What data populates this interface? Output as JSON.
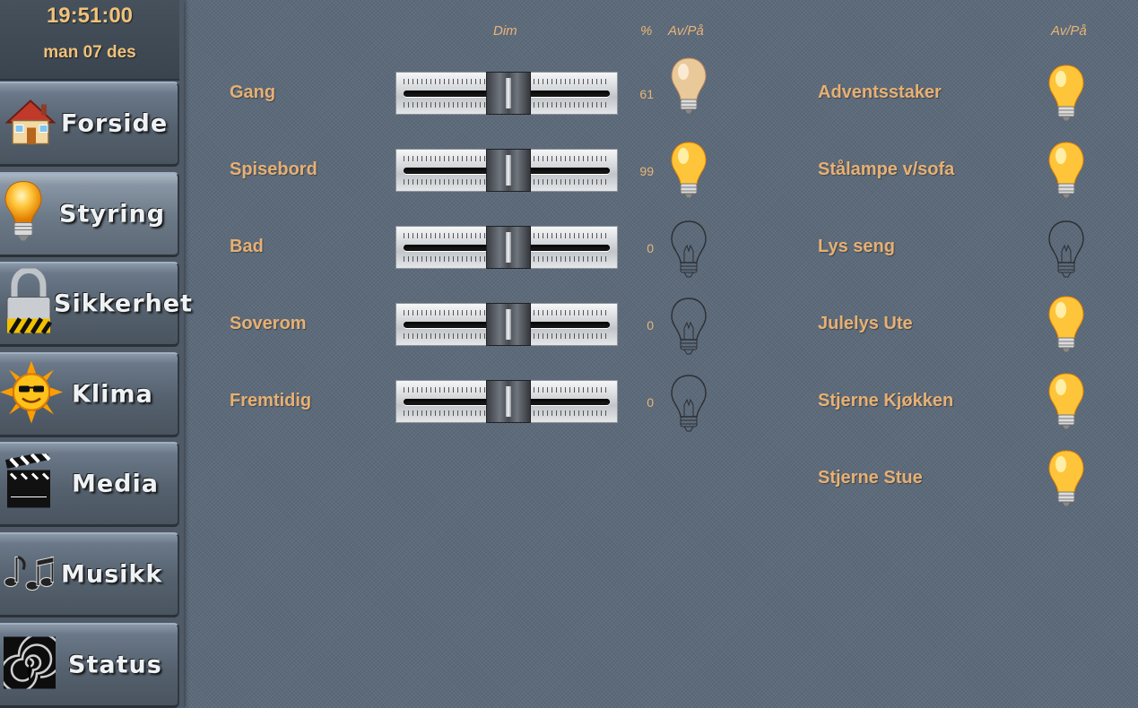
{
  "clock": {
    "time": "19:51:00",
    "date": "man 07 des"
  },
  "nav": [
    {
      "label": "Forside",
      "icon": "house-icon"
    },
    {
      "label": "Styring",
      "icon": "lightbulb-icon",
      "active": true
    },
    {
      "label": "Sikkerhet",
      "icon": "padlock-icon"
    },
    {
      "label": "Klima",
      "icon": "sun-icon"
    },
    {
      "label": "Media",
      "icon": "clapperboard-icon"
    },
    {
      "label": "Musikk",
      "icon": "music-notes-icon"
    },
    {
      "label": "Status",
      "icon": "spiral-icon"
    }
  ],
  "headers": {
    "dim": "Dim",
    "percent": "%",
    "onoff_left": "Av/På",
    "onoff_right": "Av/På"
  },
  "dimmers": [
    {
      "label": "Gang",
      "percent": "61",
      "on": true,
      "level": 0.61
    },
    {
      "label": "Spisebord",
      "percent": "99",
      "on": true,
      "level": 0.99
    },
    {
      "label": "Bad",
      "percent": "0",
      "on": false,
      "level": 0
    },
    {
      "label": "Soverom",
      "percent": "0",
      "on": false,
      "level": 0
    },
    {
      "label": "Fremtidig",
      "percent": "0",
      "on": false,
      "level": 0
    }
  ],
  "switches": [
    {
      "label": "Adventsstaker",
      "on": true
    },
    {
      "label": "Stålampe v/sofa",
      "on": true
    },
    {
      "label": "Lys seng",
      "on": false
    },
    {
      "label": "Julelys Ute",
      "on": true
    },
    {
      "label": "Stjerne Kjøkken",
      "on": true
    },
    {
      "label": "Stjerne Stue",
      "on": true
    }
  ],
  "colors": {
    "accent_text": "#e7b073",
    "clock_text": "#f1c27a",
    "bulb_on": "#ffb000"
  }
}
